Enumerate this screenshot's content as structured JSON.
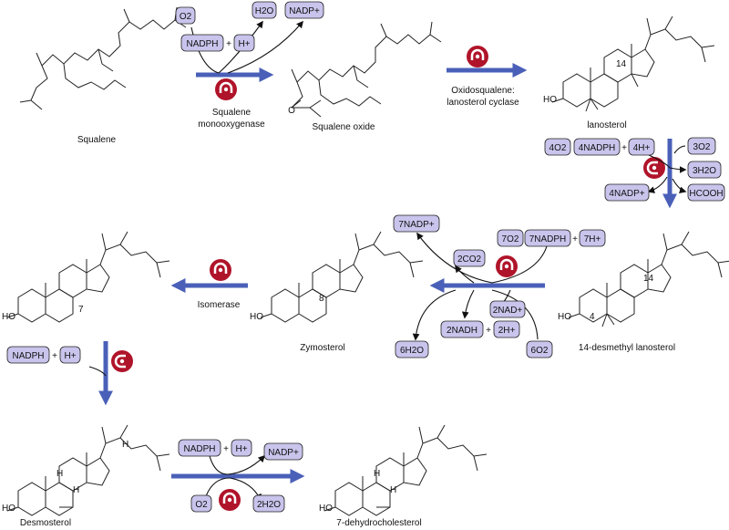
{
  "compounds": {
    "squalene": "Squalene",
    "squalene_oxide": "Squalene oxide",
    "lanosterol": "lanosterol",
    "desmethyl": "14-desmethyl lanosterol",
    "zymosterol": "Zymosterol",
    "desmosterol": "Desmosterol",
    "dehydro": "7-dehydrocholesterol"
  },
  "enzymes": {
    "sqle_1": "Squalene",
    "sqle_2": "monooxygenase",
    "osc_1": "Oxidosqualene:",
    "osc_2": "lanosterol cyclase",
    "isomerase": "Isomerase"
  },
  "cofactors": {
    "s1_o2": "O2",
    "s1_nadph": "NADPH",
    "s1_h": "H+",
    "s1_h2o": "H2O",
    "s1_nadp": "NADP+",
    "s3_4o2": "4O2",
    "s3_4nadph": "4NADPH",
    "s3_4h": "4H+",
    "s3_3o2": "3O2",
    "s3_3h2o": "3H2O",
    "s3_4nadp": "4NADP+",
    "s3_hcooh": "HCOOH",
    "s4_7nadp": "7NADP+",
    "s4_7o2": "7O2",
    "s4_7nadph": "7NADPH",
    "s4_7h": "7H+",
    "s4_2co2": "2CO2",
    "s4_2nad": "2NAD+",
    "s4_2nadh": "2NADH",
    "s4_2h": "2H+",
    "s4_6h2o": "6H2O",
    "s4_6o2": "6O2",
    "s6_nadph": "NADPH",
    "s6_h": "H+",
    "s7_nadph": "NADPH",
    "s7_h": "H+",
    "s7_nadp": "NADP+",
    "s7_o2": "O2",
    "s7_2h2o": "2H2O"
  },
  "atoms": {
    "ho": "HO",
    "o": "O",
    "h": "H",
    "c14": "14",
    "c7": "7",
    "c8": "8",
    "c4": "4"
  },
  "plus": "+",
  "colors": {
    "pill_fill": "#c9c4ec",
    "arrow": "#4a60b8",
    "enzyme_badge": "#b0142a"
  }
}
